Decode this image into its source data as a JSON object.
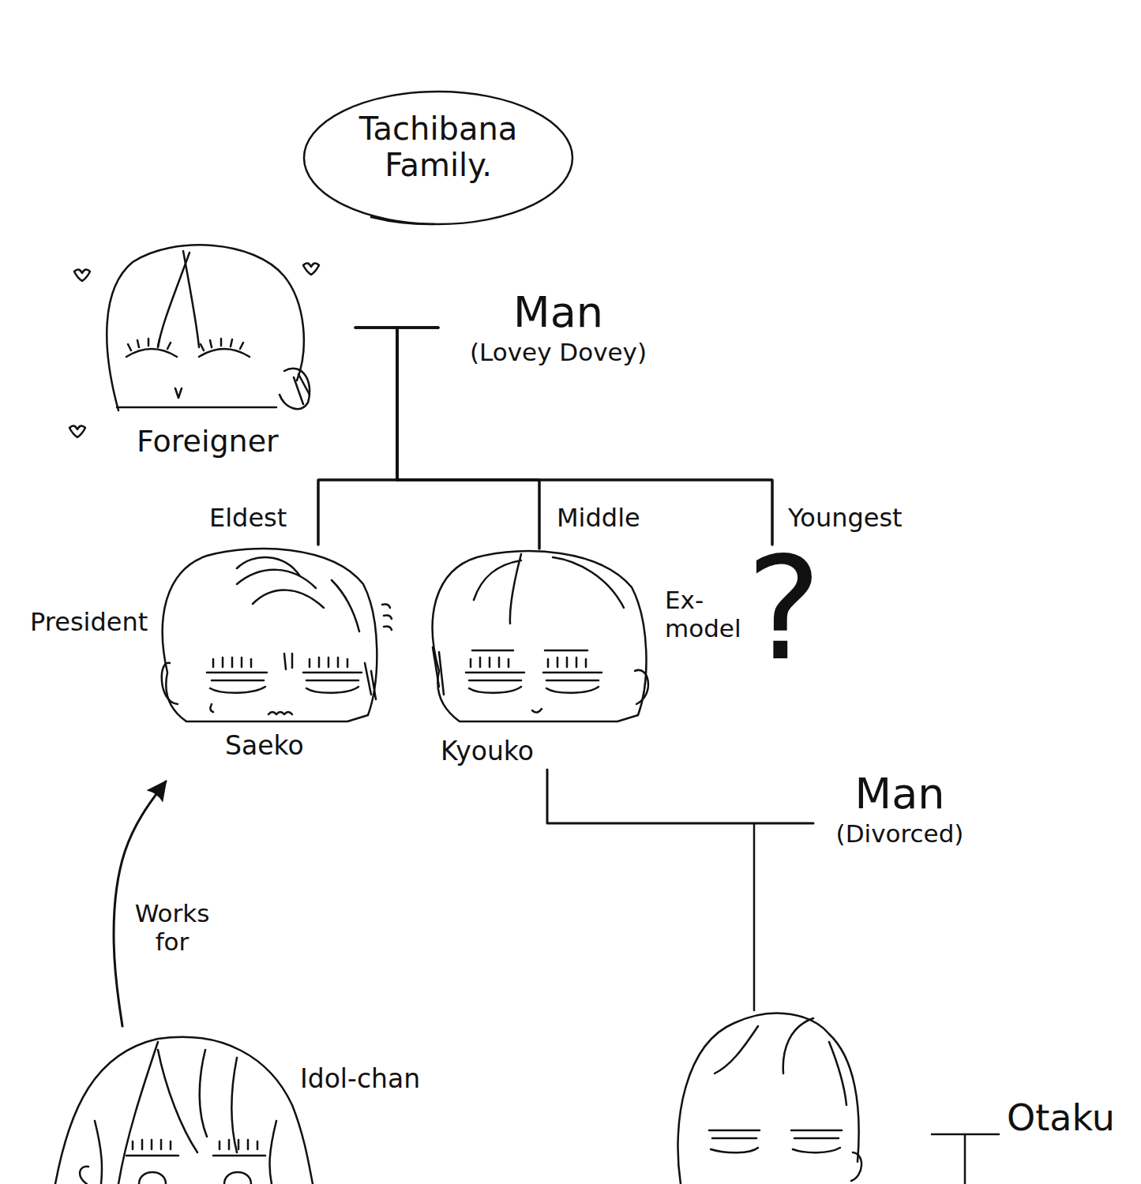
{
  "diagram": {
    "title": "Tachibana Family.",
    "nodes": [
      {
        "text": [
          "Foreigner"
        ]
      },
      {
        "text": [
          "Man",
          "(Lovey Dovey)"
        ]
      },
      {
        "text": [
          "President",
          "Saeko"
        ]
      },
      {
        "text": [
          "Ex- model",
          "Kyouko"
        ]
      },
      {
        "text": [
          "?"
        ]
      },
      {
        "text": [
          "Man",
          "(Divorced)"
        ]
      },
      {
        "text": [
          "Idol-chan"
        ]
      },
      {
        "text": [
          "Otaku"
        ]
      }
    ],
    "edges": [
      {
        "from": 0,
        "to": 1,
        "arrow": "none"
      },
      {
        "from": 0,
        "to": 2,
        "arrow": "none"
      },
      {
        "from": 1,
        "to": 2,
        "arrow": "none"
      },
      {
        "from": 0,
        "to": 3,
        "arrow": "none"
      },
      {
        "from": 1,
        "to": 3,
        "arrow": "none"
      },
      {
        "from": 0,
        "to": 4,
        "arrow": "none"
      },
      {
        "from": 1,
        "to": 4,
        "arrow": "none"
      },
      {
        "from": 3,
        "to": 5,
        "arrow": "none"
      },
      {
        "from": 6,
        "to": 2,
        "label": "Works for",
        "arrow": "to"
      }
    ],
    "labels": [
      "Eldest",
      "Middle",
      "Youngest"
    ]
  }
}
